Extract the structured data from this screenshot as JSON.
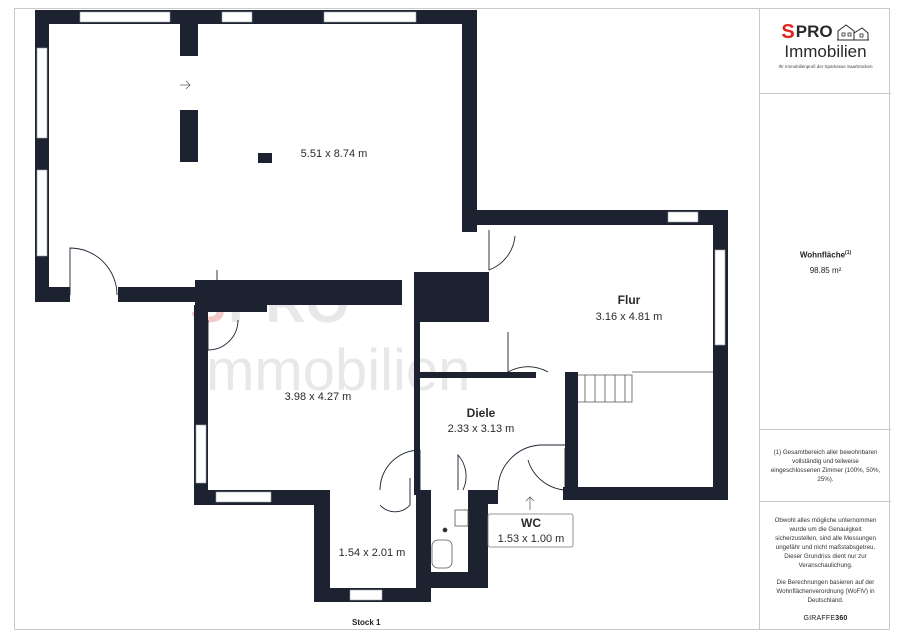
{
  "watermark": {
    "line1_s": "S",
    "line1_pro": "PRO",
    "line2": "Immobilien"
  },
  "rooms": [
    {
      "id": "room-large",
      "name": "",
      "dims": "5.51 x 8.74 m"
    },
    {
      "id": "room-flur",
      "name": "Flur",
      "dims": "3.16 x 4.81 m"
    },
    {
      "id": "room-left",
      "name": "",
      "dims": "3.98 x 4.27 m"
    },
    {
      "id": "room-diele",
      "name": "Diele",
      "dims": "2.33 x 3.13 m"
    },
    {
      "id": "room-wc",
      "name": "WC",
      "dims": "1.53 x 1.00 m"
    },
    {
      "id": "room-small",
      "name": "",
      "dims": "1.54 x 2.01 m"
    }
  ],
  "floor_label": "Stock 1",
  "sidebar": {
    "logo_s": "S",
    "logo_pro": "PRO",
    "logo_immobilien": "Immobilien",
    "logo_tagline": "Ihr Immobilienprofi der Sparkasse Saarbrücken",
    "area_title": "Wohnfläche",
    "area_sup": "(1)",
    "area_value": "98.85 m²",
    "footnote": "(1) Gesamtbereich aller bewohnbaren vollständig und teilweise eingeschlossenen Zimmer (100%, 50%, 25%).",
    "disclaimer": "Obwohl alles mögliche unternommen wurde um die Genauigkeit sicherzustellen, sind alle Messungen ungefähr und nicht maßstabsgetreu. Dieser Grundriss dient nur zur Veranschaulichung.",
    "legal": "Die Berechnungen basieren auf der Wohnflächenverordnung (WoFlV) in Deutschland.",
    "brand_a": "GIRAFFE",
    "brand_b": "360"
  },
  "colors": {
    "wall": "#1d2230",
    "accent": "#e2231a",
    "watermark": "#e6e6e6"
  }
}
